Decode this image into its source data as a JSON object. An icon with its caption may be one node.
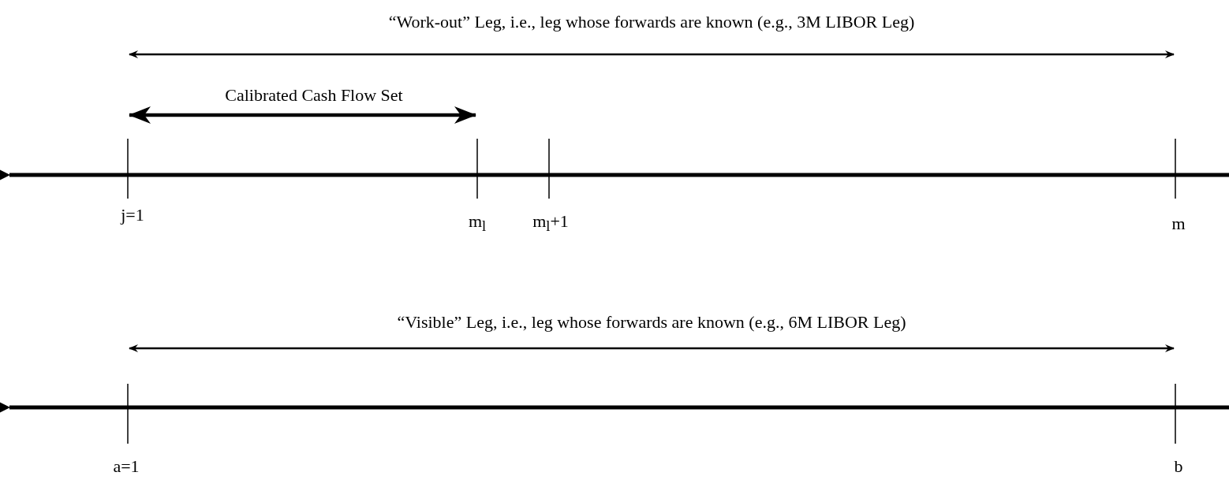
{
  "diagram": {
    "labels": [
      "“Work-out” Leg, i.e., leg whose forwards are known (e.g., 3M LIBOR Leg)",
      "Calibrated Cash Flow Set",
      "j=1",
      "m$_{l}$",
      "m$_{l}$+1",
      "m",
      "“Visible” Leg, i.e., leg whose forwards are known (e.g., 6M LIBOR Leg)",
      "a=1",
      "b"
    ]
  }
}
